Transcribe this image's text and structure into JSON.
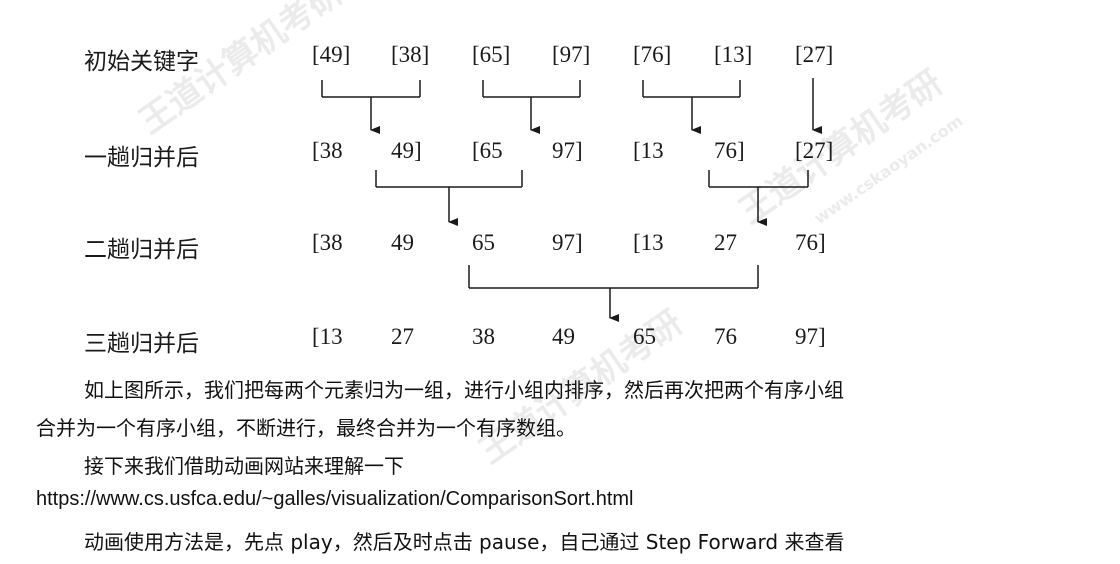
{
  "rows": [
    {
      "label": "初始关键字",
      "values": [
        "[49]",
        "[38]",
        "[65]",
        "[97]",
        "[76]",
        "[13]",
        "[27]"
      ]
    },
    {
      "label": "一趟归并后",
      "values": [
        "[38",
        "49]",
        "[65",
        "97]",
        "[13",
        "76]",
        "[27]"
      ]
    },
    {
      "label": "二趟归并后",
      "values": [
        "[38",
        "49",
        "65",
        "97]",
        "[13",
        "27",
        "76]"
      ]
    },
    {
      "label": "三趟归并后",
      "values": [
        "[13",
        "27",
        "38",
        "49",
        "65",
        "76",
        "97]"
      ]
    }
  ],
  "paragraphs": {
    "p1_line1": "如上图所示，我们把每两个元素归为一组，进行小组内排序，然后再次把两个有序小组",
    "p1_line2": "合并为一个有序小组，不断进行，最终合并为一个有序数组。",
    "p2": "接下来我们借助动画网站来理解一下",
    "url": "https://www.cs.usfca.edu/~galles/visualization/ComparisonSort.html",
    "p3": "动画使用方法是，先点 play，然后及时点击 pause，自己通过 Step Forward 来查看"
  },
  "watermark": {
    "brand": "王道计算机考研",
    "site": "www.cskaoyan.com"
  }
}
